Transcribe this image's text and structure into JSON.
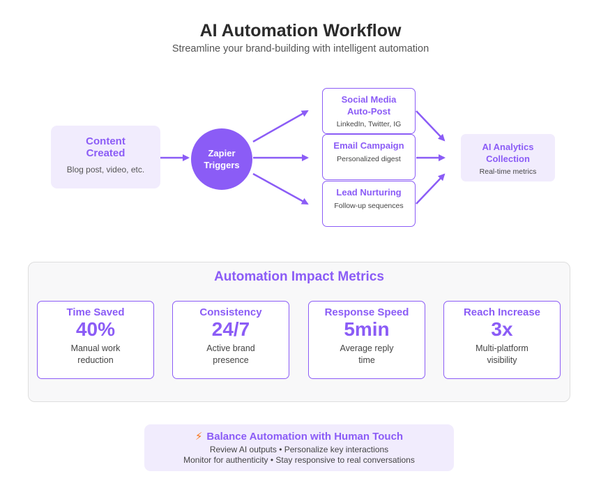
{
  "header": {
    "title": "AI Automation Workflow",
    "subtitle": "Streamline your brand-building with intelligent automation"
  },
  "workflow": {
    "source": {
      "name": "Content Created",
      "desc": "Blog post, video, etc."
    },
    "trigger": {
      "name": "Zapier Triggers"
    },
    "channels": [
      {
        "name": "Social Media Auto-Post",
        "desc": "LinkedIn, Twitter, IG"
      },
      {
        "name": "Email Campaign",
        "desc": "Personalized digest"
      },
      {
        "name": "Lead Nurturing",
        "desc": "Follow-up sequences"
      }
    ],
    "analytics": {
      "name": "AI Analytics Collection",
      "desc": "Real-time metrics"
    }
  },
  "metrics": {
    "title": "Automation Impact Metrics",
    "cards": [
      {
        "label": "Time Saved",
        "value": "40%",
        "desc": "Manual work reduction"
      },
      {
        "label": "Consistency",
        "value": "24/7",
        "desc": "Active brand presence"
      },
      {
        "label": "Response Speed",
        "value": "5min",
        "desc": "Average reply time"
      },
      {
        "label": "Reach Increase",
        "value": "3x",
        "desc": "Multi-platform visibility"
      }
    ]
  },
  "tip": {
    "icon": "lightning-icon",
    "icon_glyph": "⚡",
    "heading": "Balance Automation with Human Touch",
    "line1": "Review AI outputs • Personalize key interactions",
    "line2": "Monitor for authenticity • Stay responsive to real conversations"
  },
  "colors": {
    "accent": "#8b5cf6",
    "light_fill": "#f1ecfd",
    "bolt": "#f97316"
  }
}
